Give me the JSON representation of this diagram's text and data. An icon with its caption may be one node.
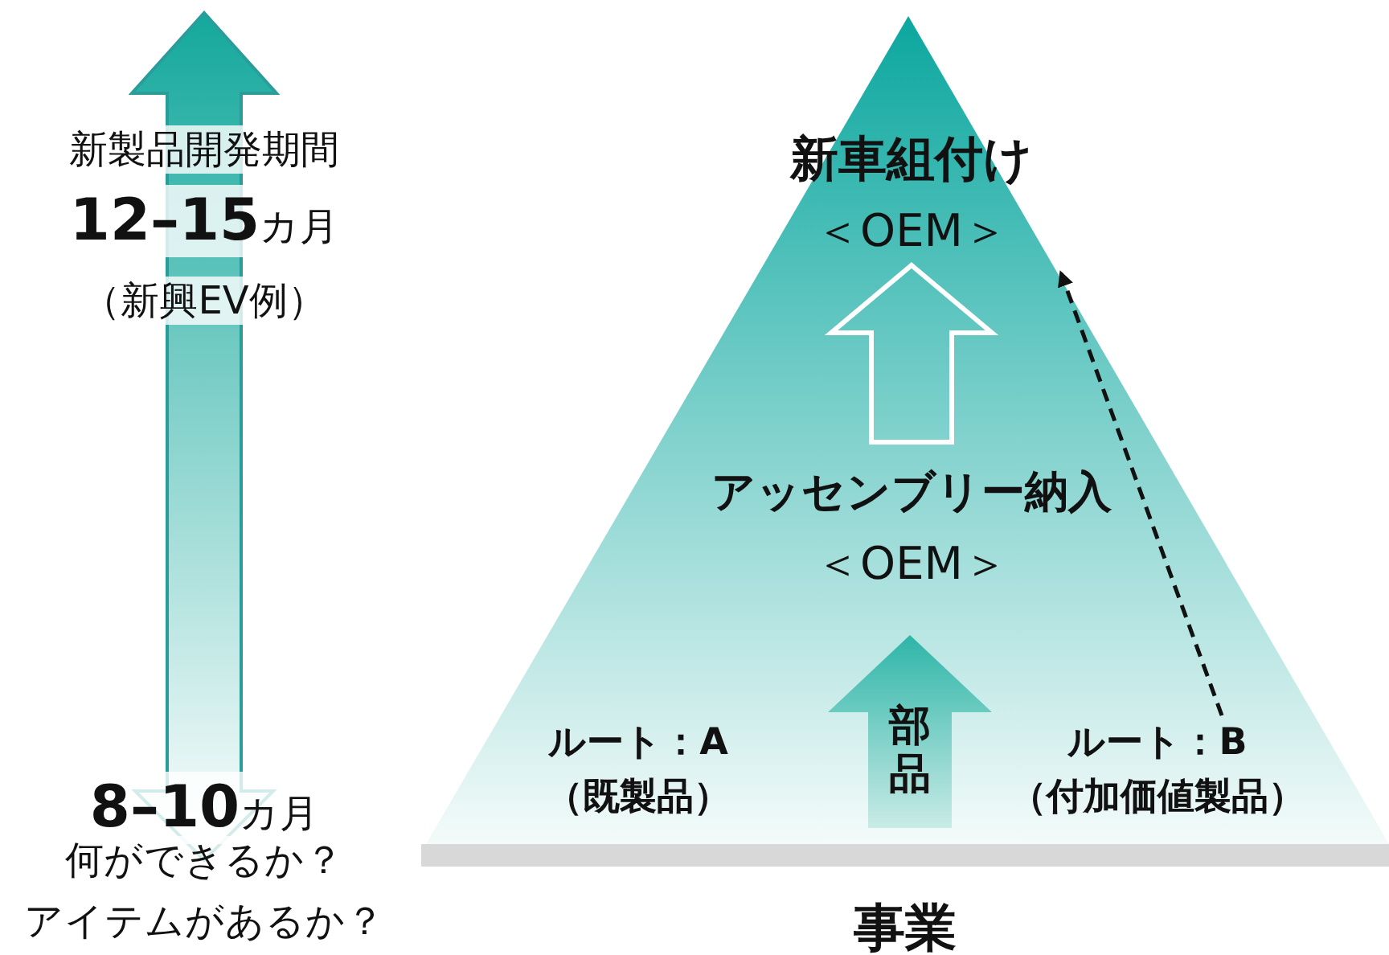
{
  "diagram": {
    "nodes": [
      {
        "text": [
          "事業"
        ]
      },
      {
        "text": [
          "新車組付け",
          "＜OEM＞"
        ],
        "in": 0
      },
      {
        "text": [
          "アッセンブリー納入",
          "＜OEM＞"
        ],
        "in": 0
      },
      {
        "text": [
          "ルート：A",
          "（既製品）"
        ],
        "in": 0
      },
      {
        "text": [
          "部品"
        ],
        "in": 0
      },
      {
        "text": [
          "ルート：B",
          "（付加価値製品）"
        ],
        "in": 0
      }
    ],
    "edges": [
      {
        "from": 2,
        "to": 1,
        "arrow": "to",
        "style": "thick"
      },
      {
        "from": 5,
        "to": 1,
        "arrow": "to",
        "style": "dashed"
      }
    ],
    "labels": [
      "新製品開発期間",
      "**12–15**カ月",
      "（新興EV例）",
      "**8–10**カ月",
      "何ができるか？",
      "アイテムがあるか？"
    ]
  }
}
